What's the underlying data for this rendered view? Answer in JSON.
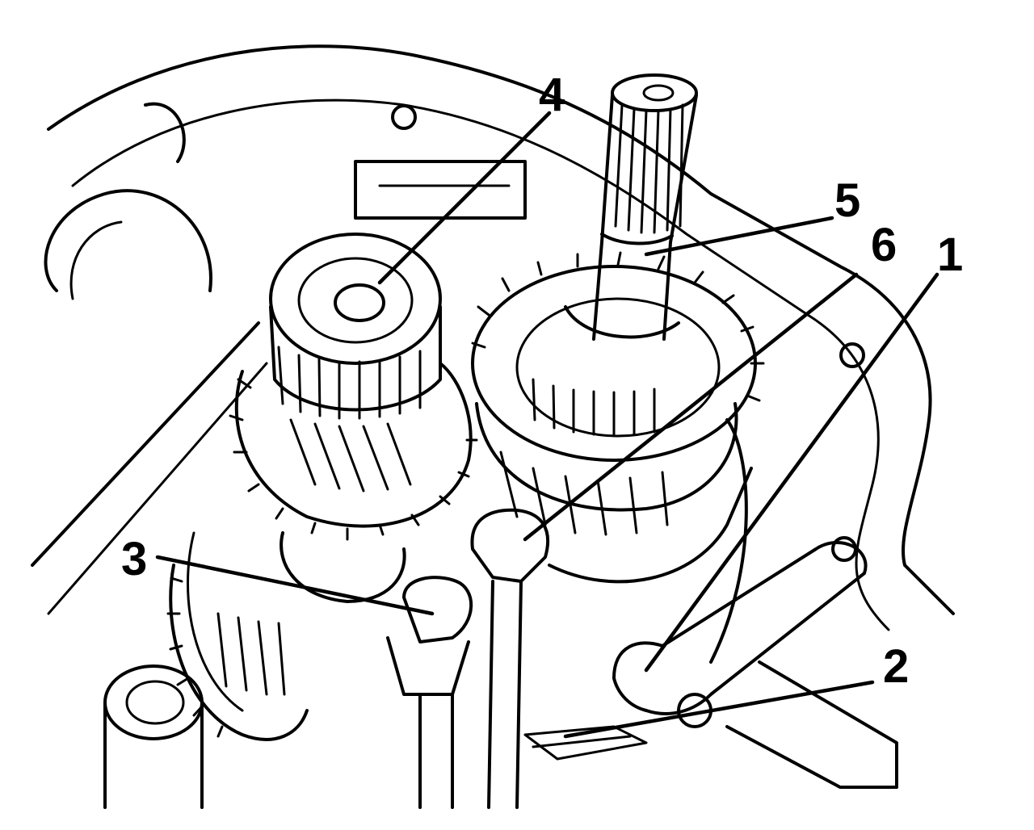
{
  "diagram": {
    "callouts": [
      {
        "id": "1",
        "label": "1"
      },
      {
        "id": "2",
        "label": "2"
      },
      {
        "id": "3",
        "label": "3"
      },
      {
        "id": "4",
        "label": "4"
      },
      {
        "id": "5",
        "label": "5"
      },
      {
        "id": "6",
        "label": "6"
      }
    ]
  },
  "colors": {
    "ink": "#000000",
    "paper": "#ffffff"
  }
}
